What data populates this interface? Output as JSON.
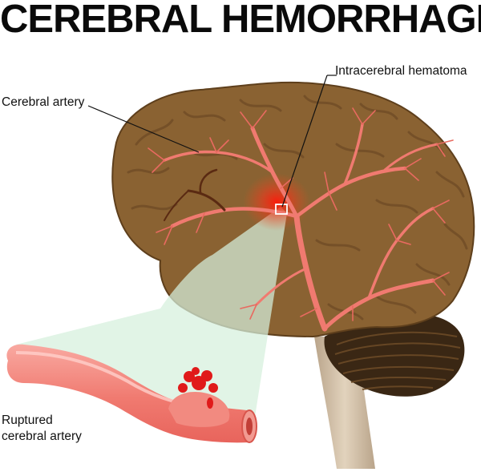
{
  "title": "CEREBRAL HEMORRHAGE",
  "labels": {
    "cerebral_artery": "Cerebral artery",
    "hematoma": "Intracerebral hematoma",
    "ruptured_line1": "Ruptured",
    "ruptured_line2": "cerebral artery"
  },
  "colors": {
    "brain": "#8a6232",
    "brain_dark": "#5e3f1c",
    "artery": "#ee7a6f",
    "artery_light": "#f6a59c",
    "blood": "#e01a1a",
    "magnify_beam": "#d6f0dc"
  }
}
